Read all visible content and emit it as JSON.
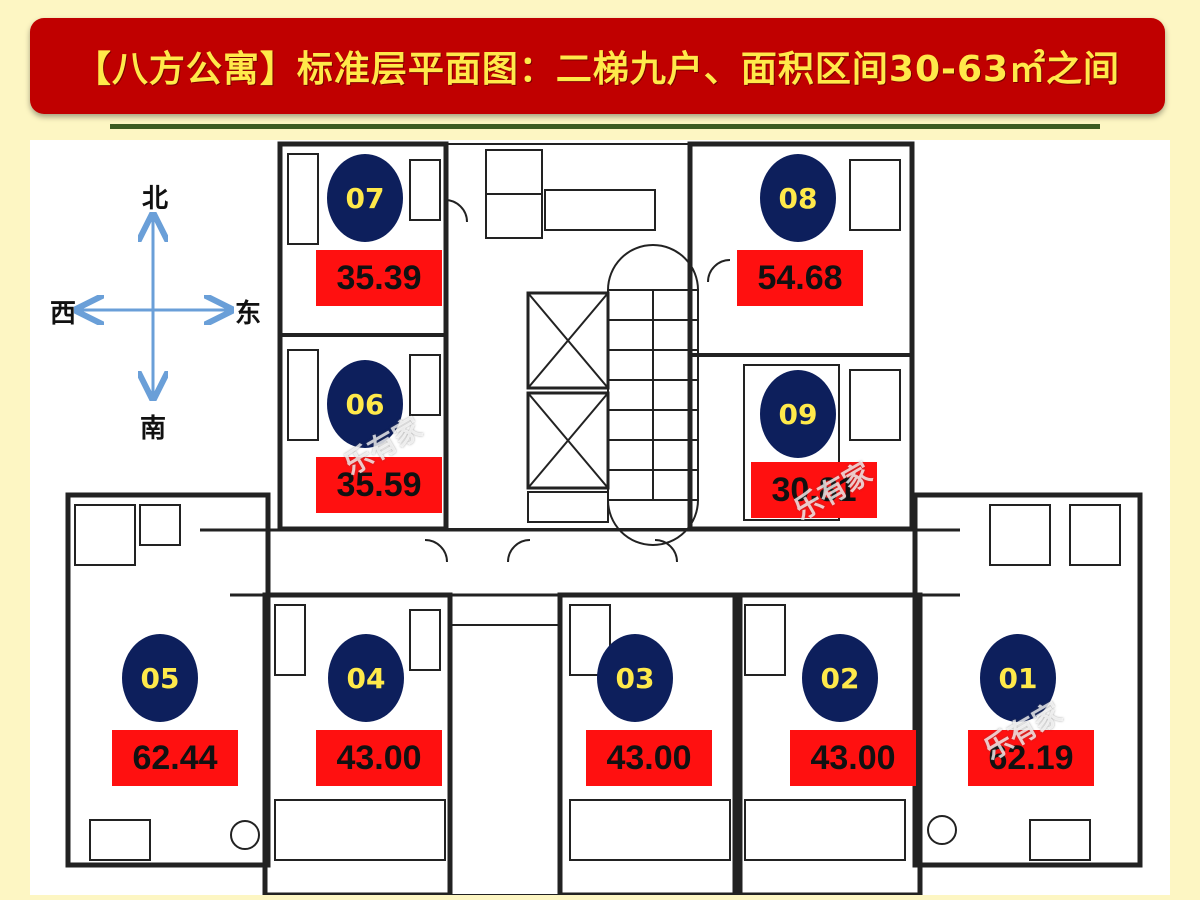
{
  "title": "【八方公寓】标准层平面图：二梯九户、面积区间30-63㎡之间",
  "compass": {
    "north": "北",
    "south": "南",
    "west": "西",
    "east": "东"
  },
  "units": [
    {
      "id": "07",
      "area": "35.39"
    },
    {
      "id": "08",
      "area": "54.68"
    },
    {
      "id": "06",
      "area": "35.59"
    },
    {
      "id": "09",
      "area": "30.81"
    },
    {
      "id": "05",
      "area": "62.44"
    },
    {
      "id": "04",
      "area": "43.00"
    },
    {
      "id": "03",
      "area": "43.00"
    },
    {
      "id": "02",
      "area": "43.00"
    },
    {
      "id": "01",
      "area": "62.19"
    }
  ],
  "watermark": "乐有家",
  "colors": {
    "banner": "#c00000",
    "title_text": "#ffe94a",
    "unit_circle": "#0d1f5c",
    "area_box": "#ff1010",
    "background": "#fdf6c3"
  }
}
